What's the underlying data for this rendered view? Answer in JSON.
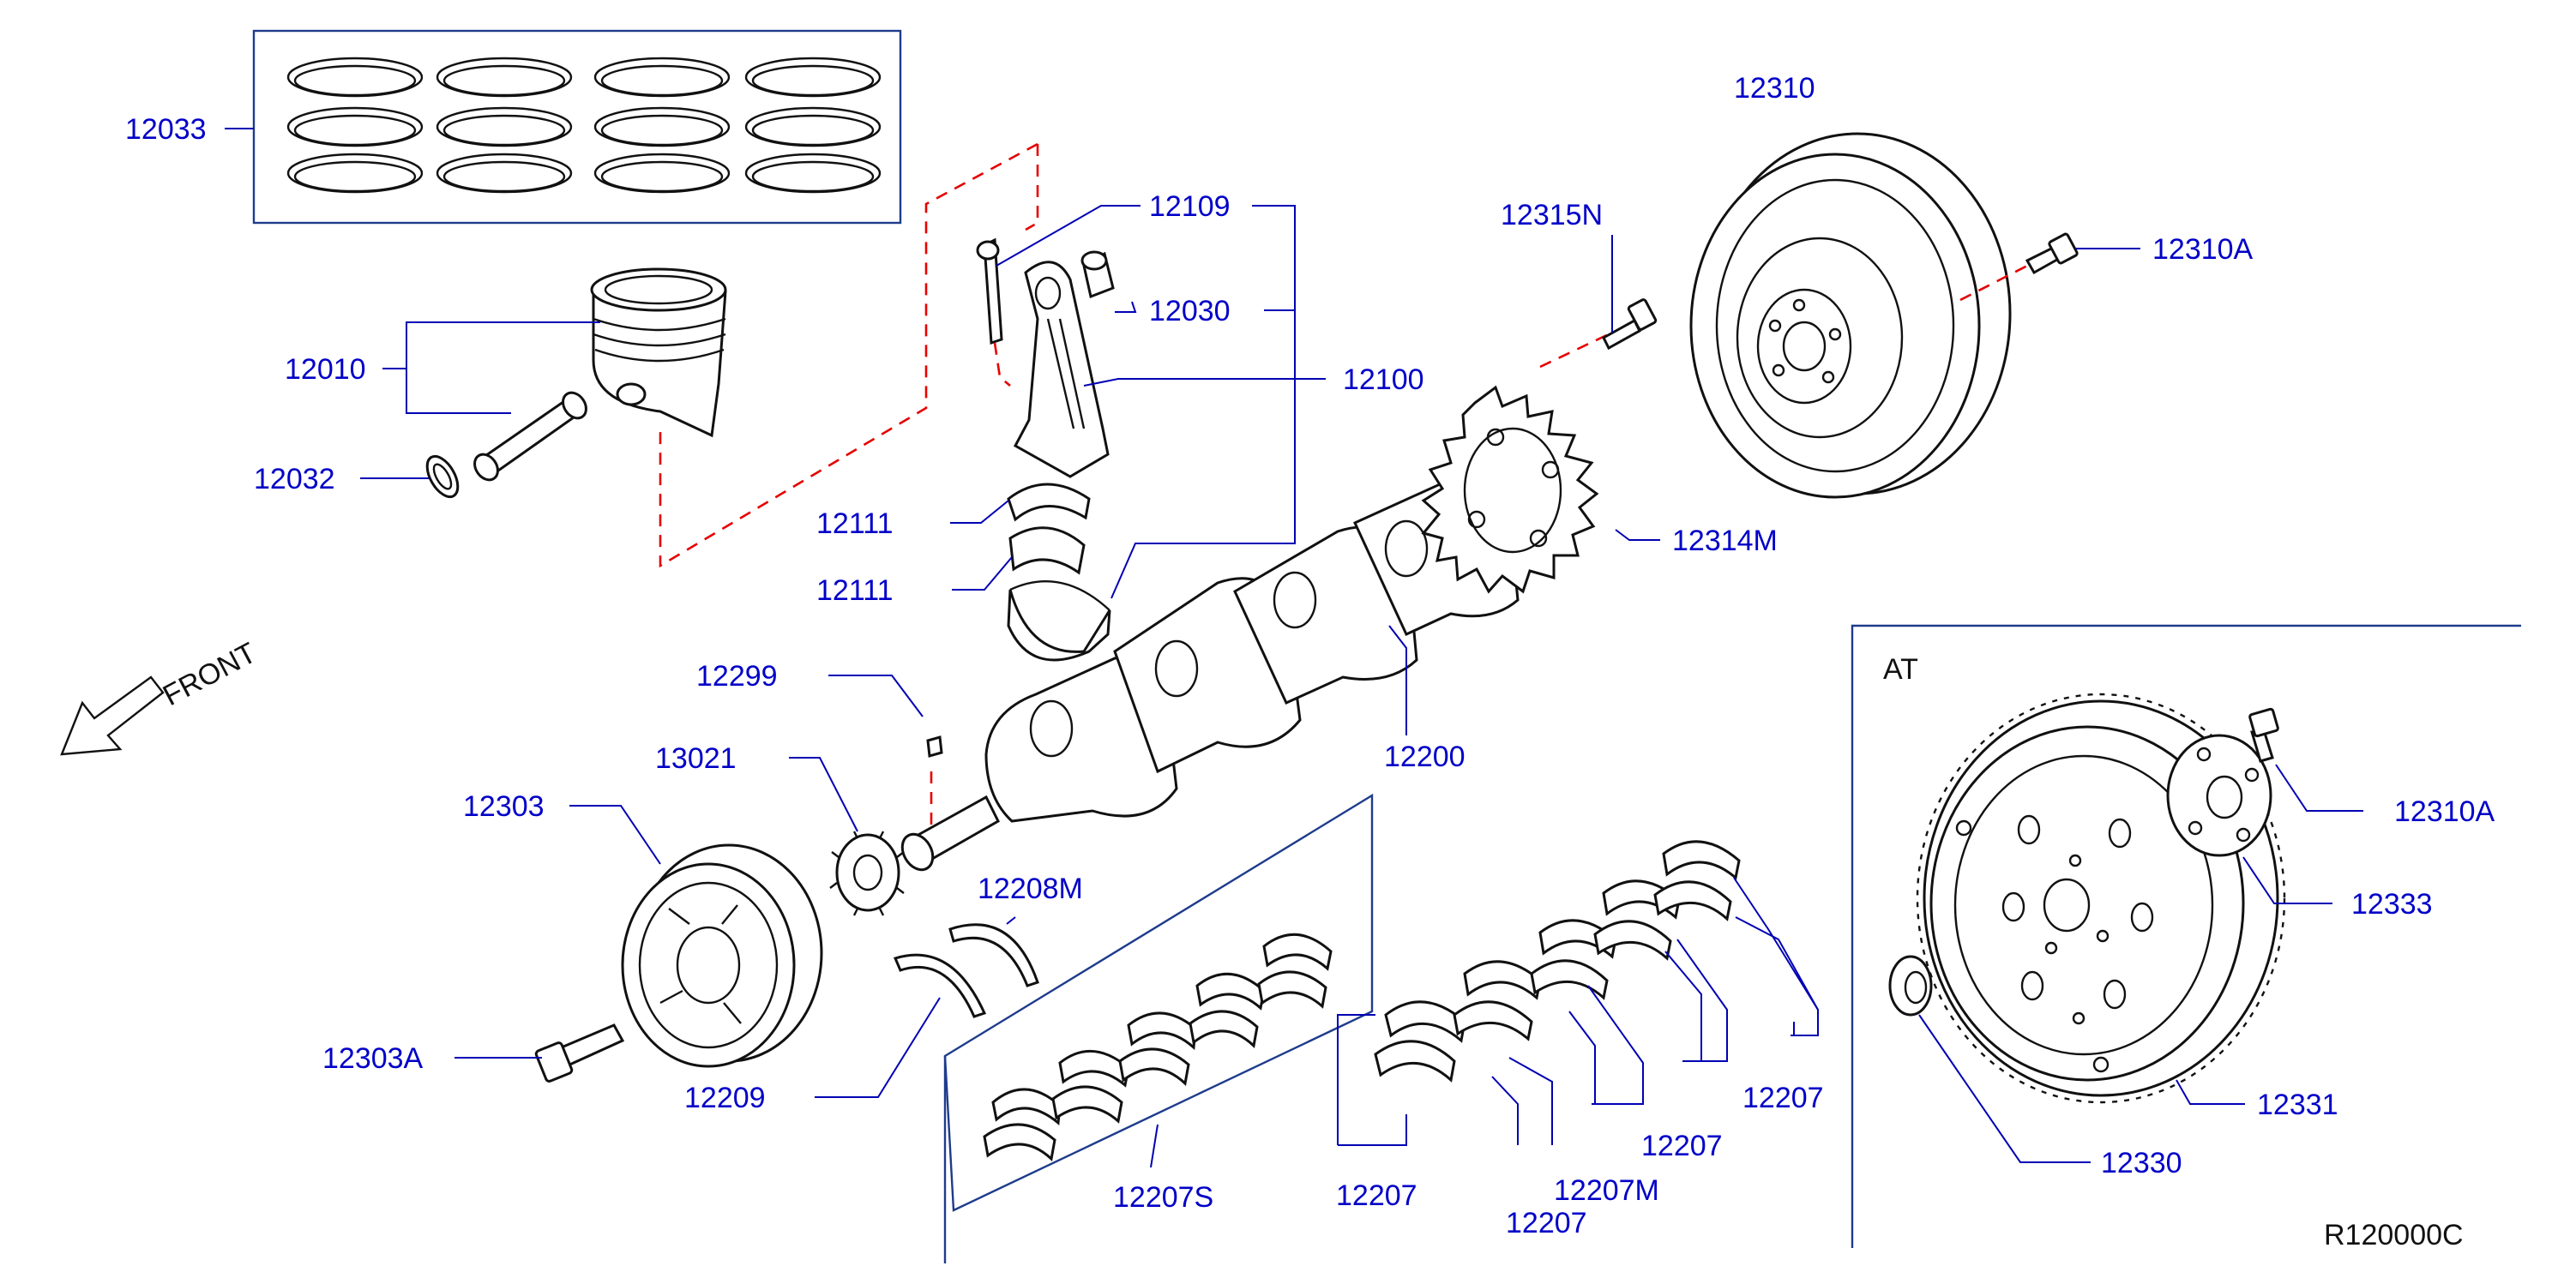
{
  "diagram": {
    "callouts": {
      "c12033": "12033",
      "c12010": "12010",
      "c12032": "12032",
      "c12109": "12109",
      "c12030": "12030",
      "c12100": "12100",
      "c12111a": "12111",
      "c12111b": "12111",
      "c12315N": "12315N",
      "c12310": "12310",
      "c12310A": "12310A",
      "c12314M": "12314M",
      "c12299": "12299",
      "c13021": "13021",
      "c12200": "12200",
      "c12303": "12303",
      "c12208M": "12208M",
      "c12303A": "12303A",
      "c12209": "12209",
      "c12207S": "12207S",
      "c12207a": "12207",
      "c12207b": "12207",
      "c12207c": "12207",
      "c12207d": "12207",
      "c12207M": "12207M",
      "c12310A_at": "12310A",
      "c12333": "12333",
      "c12331": "12331",
      "c12330": "12330"
    },
    "front_label": "FRONT",
    "at_label": "AT",
    "diagram_code": "R120000C"
  },
  "colors": {
    "callout_text": "#0000c8",
    "leader_line": "#0000b4",
    "hidden_path": "#e60000",
    "part_outline": "#111111"
  }
}
